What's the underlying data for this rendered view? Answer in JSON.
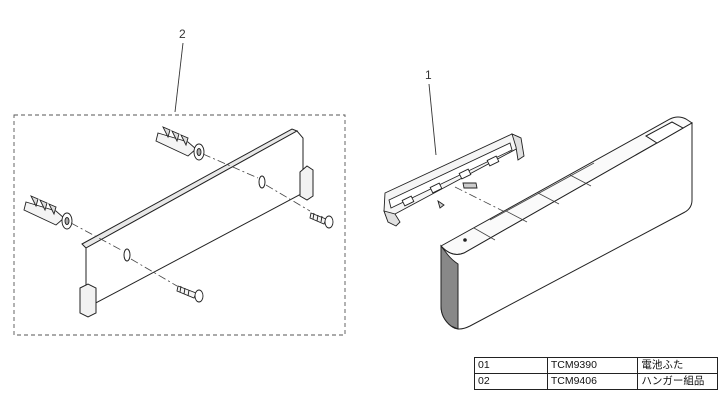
{
  "callouts": {
    "hanger_set": "2",
    "battery_cover": "1"
  },
  "parts_table": {
    "rows": [
      {
        "no": "01",
        "code": "TCM9390",
        "name": "電池ふた"
      },
      {
        "no": "02",
        "code": "TCM9406",
        "name": "ハンガー組品"
      }
    ]
  }
}
